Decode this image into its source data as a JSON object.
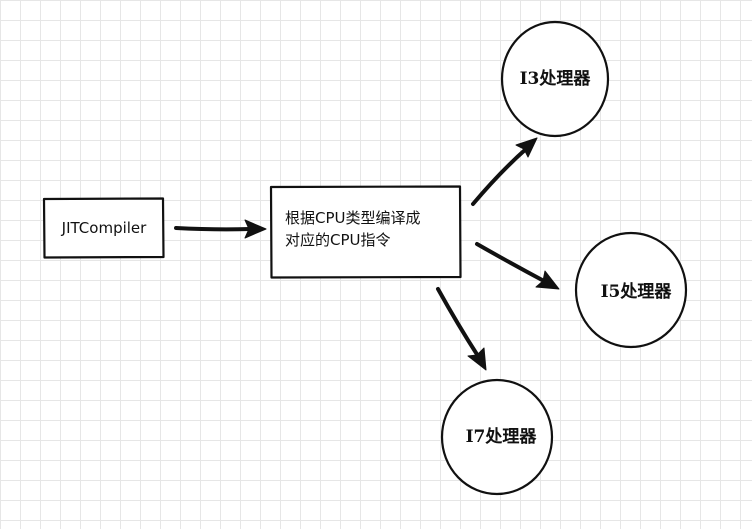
{
  "nodes": {
    "jit_compiler": {
      "label": "JITCompiler"
    },
    "compile_box": {
      "line1": "根据CPU类型编译成",
      "line2": "对应的CPU指令"
    },
    "i3": {
      "label": "I3处理器"
    },
    "i5": {
      "label": "I5处理器"
    },
    "i7": {
      "label": "I7处理器"
    }
  },
  "colors": {
    "stroke": "#111111",
    "fill": "#ffffff",
    "grid": "#e6e6e6"
  }
}
